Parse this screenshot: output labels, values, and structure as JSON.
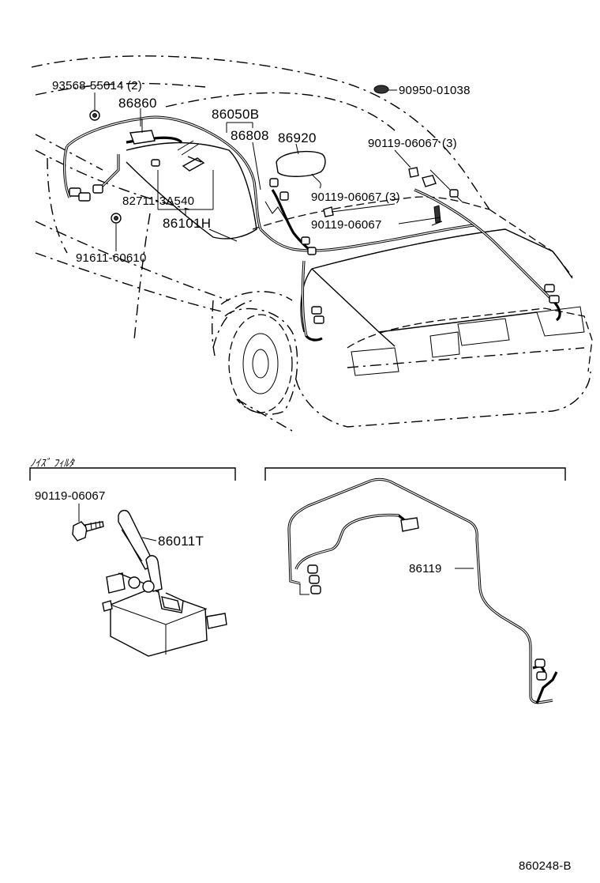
{
  "diagram": {
    "parts": [
      {
        "id": "p1",
        "number": "93568-55014 (2)"
      },
      {
        "id": "p2",
        "number": "86860"
      },
      {
        "id": "p3",
        "number": "86050B"
      },
      {
        "id": "p4",
        "number": "86808"
      },
      {
        "id": "p5",
        "number": "86920"
      },
      {
        "id": "p6",
        "number": "90950-01038"
      },
      {
        "id": "p7",
        "number": "90119-06067 (3)"
      },
      {
        "id": "p8",
        "number": "90119-06067 (3)"
      },
      {
        "id": "p9",
        "number": "90119-06067"
      },
      {
        "id": "p10",
        "number": "82711-3A540"
      },
      {
        "id": "p11",
        "number": "86101H"
      },
      {
        "id": "p12",
        "number": "91611-60610"
      },
      {
        "id": "p13",
        "number": "90119-06067"
      },
      {
        "id": "p14",
        "number": "86011T"
      },
      {
        "id": "p15",
        "number": "86119"
      }
    ],
    "section_label": "ﾉｲｽﾞ ﾌｨﾙﾀ",
    "diagram_code": "860248-B"
  }
}
